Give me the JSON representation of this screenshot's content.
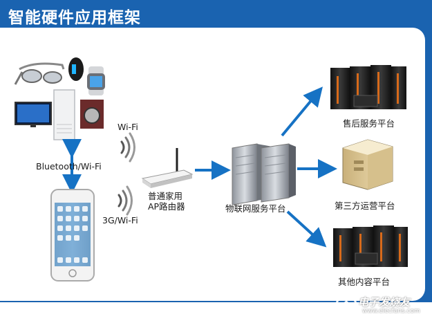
{
  "title": "智能硬件应用框架",
  "labels": {
    "wifi": "Wi-Fi",
    "bluetooth_wifi": "Bluetooth/Wi-Fi",
    "cellular_wifi": "3G/Wi-Fi",
    "router_line1": "普通家用",
    "router_line2": "AP路由器",
    "iot_platform": "物联网服务平台",
    "after_sales": "售后服务平台",
    "third_party": "第三方运营平台",
    "other_content": "其他内容平台"
  },
  "watermark": {
    "text": "电子发烧友",
    "sub": "www.elecfans.com"
  },
  "colors": {
    "brand_blue": "#1a63b0",
    "arrow_blue": "#1672c4"
  }
}
